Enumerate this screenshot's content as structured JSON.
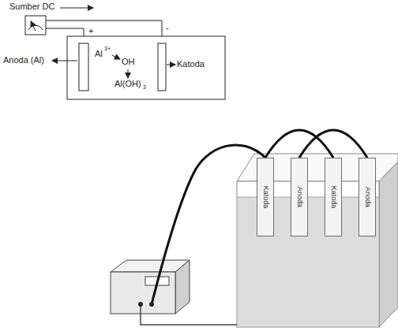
{
  "diagram": {
    "nodes": [
      {
        "text": [
          "Katoda"
        ]
      },
      {
        "text": [
          "Anoda"
        ]
      },
      {
        "text": [
          "Katoda"
        ]
      },
      {
        "text": [
          "Anoda"
        ]
      }
    ],
    "edges": [
      {
        "from": 0,
        "to": 2,
        "arrow": "none"
      },
      {
        "from": 1,
        "to": 3,
        "arrow": "none"
      }
    ],
    "labels": [
      "Sumber DC",
      "+",
      "-",
      "Anoda (Al)",
      "Al",
      "3+",
      "OH",
      "Al(OH)",
      "3",
      "Katoda"
    ]
  }
}
